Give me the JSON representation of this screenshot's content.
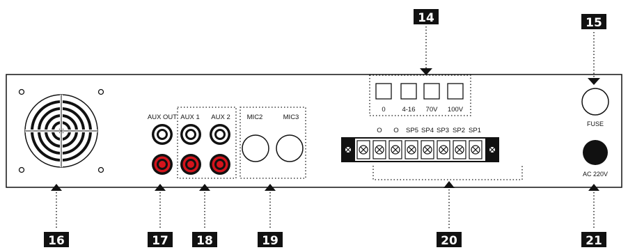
{
  "panel": {
    "aux_out_label": "AUX OUT",
    "aux1_label": "AUX 1",
    "aux2_label": "AUX 2",
    "mic2_label": "MIC2",
    "mic3_label": "MIC3",
    "fuse_label": "FUSE",
    "ac_label": "AC 220V"
  },
  "impedance_switches": [
    "0",
    "4-16",
    "70V",
    "100V"
  ],
  "terminals": [
    "O",
    "O",
    "SP5",
    "SP4",
    "SP3",
    "SP2",
    "SP1"
  ],
  "callouts": {
    "c14": "14",
    "c15": "15",
    "c16": "16",
    "c17": "17",
    "c18": "18",
    "c19": "19",
    "c20": "20",
    "c21": "21"
  },
  "colors": {
    "outline": "#111111",
    "rca_red": "#d4141c",
    "badge_bg": "#111111",
    "badge_text": "#ffffff"
  }
}
